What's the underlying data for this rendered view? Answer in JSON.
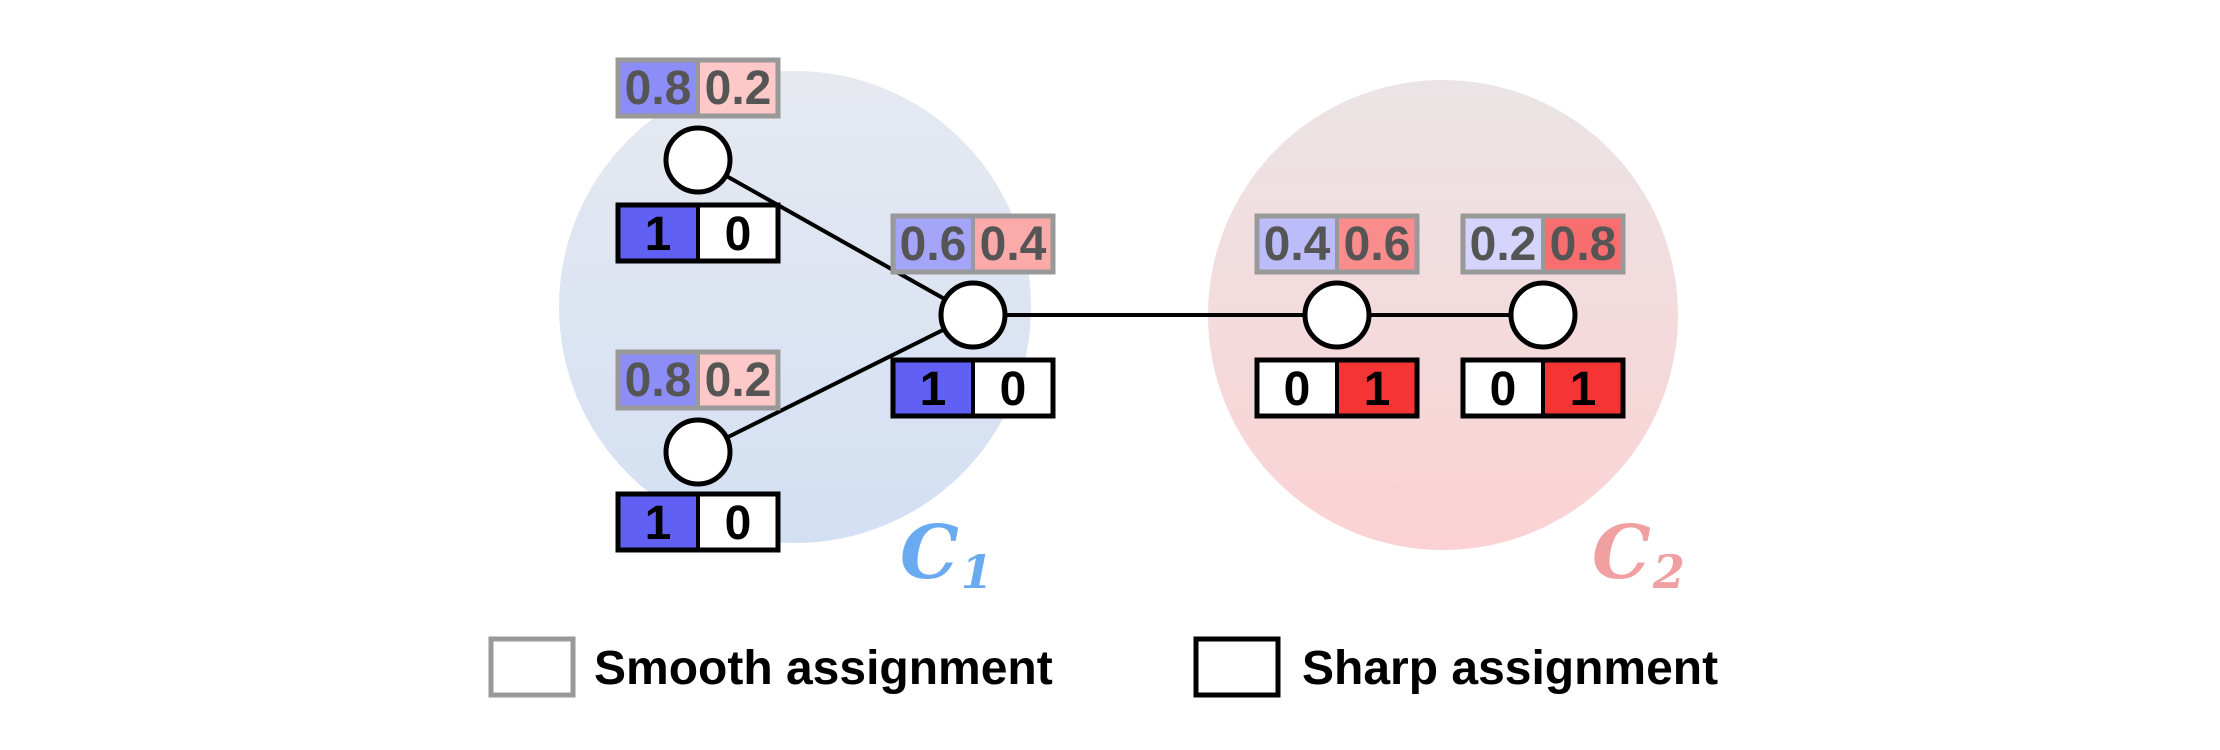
{
  "colors": {
    "blue": "#6060f5",
    "red": "#f53535",
    "cluster1_label": "#6aaaf0",
    "cluster2_label": "#f0a0a0",
    "smooth_border": "#999999",
    "sharp_border": "#000000"
  },
  "clusters": [
    {
      "id": "c1",
      "label": "C",
      "subscript": "1"
    },
    {
      "id": "c2",
      "label": "C",
      "subscript": "2"
    }
  ],
  "nodes": [
    {
      "id": "n1",
      "cluster": "c1",
      "smooth": [
        "0.8",
        "0.2"
      ],
      "smooth_values": [
        0.8,
        0.2
      ],
      "sharp": [
        "1",
        "0"
      ]
    },
    {
      "id": "n2",
      "cluster": "c1",
      "smooth": [
        "0.8",
        "0.2"
      ],
      "smooth_values": [
        0.8,
        0.2
      ],
      "sharp": [
        "1",
        "0"
      ]
    },
    {
      "id": "n3",
      "cluster": "c1",
      "smooth": [
        "0.6",
        "0.4"
      ],
      "smooth_values": [
        0.6,
        0.4
      ],
      "sharp": [
        "1",
        "0"
      ]
    },
    {
      "id": "n4",
      "cluster": "c2",
      "smooth": [
        "0.4",
        "0.6"
      ],
      "smooth_values": [
        0.4,
        0.6
      ],
      "sharp": [
        "0",
        "1"
      ]
    },
    {
      "id": "n5",
      "cluster": "c2",
      "smooth": [
        "0.2",
        "0.8"
      ],
      "smooth_values": [
        0.2,
        0.8
      ],
      "sharp": [
        "0",
        "1"
      ]
    }
  ],
  "edges": [
    [
      "n1",
      "n3"
    ],
    [
      "n2",
      "n3"
    ],
    [
      "n3",
      "n4"
    ],
    [
      "n4",
      "n5"
    ]
  ],
  "legend": {
    "smooth_label": "Smooth assignment",
    "sharp_label": "Sharp assignment"
  }
}
